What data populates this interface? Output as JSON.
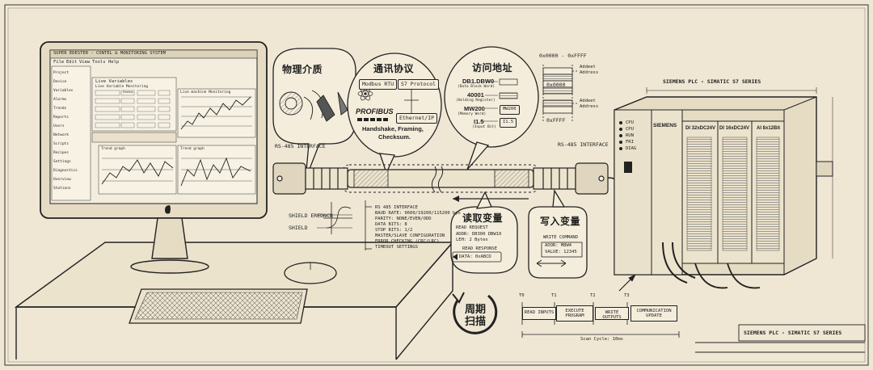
{
  "monitor": {
    "window_title": "SUPER EDESTER - CONTEL & MONITORING SYSTEM",
    "menu": [
      "File",
      "Edit",
      "View",
      "Tools",
      "Help"
    ],
    "panel_a_title": "Live Variables",
    "panel_b_title": "Live Variable Monitoring",
    "panel_c_title": "Live machine Monitoring",
    "chart_left_title": "Trend graph",
    "chart_right_title": "Trend graph",
    "tree_items": [
      "Project",
      "Device",
      "Variables",
      "Alarms",
      "Trends",
      "Reports",
      "Users",
      "Network",
      "Scripts",
      "Recipes",
      "Settings",
      "Diagnostics",
      "Overview",
      "Stations"
    ],
    "status_label": "Status"
  },
  "callouts": {
    "physical_medium": "物理介质",
    "protocol": "通讯协议",
    "access_address": "访问地址",
    "read_variable": "读取变量",
    "write_variable": "写入变量",
    "scan_cycle": "周期扫描"
  },
  "protocol": {
    "modbus": "Modbus RTU",
    "s7": "S7 Protocol",
    "profibus": "PROFIBUS",
    "ethernet": "Ethernet/IP",
    "summary_line1": "Handshake, Framing,",
    "summary_line2": "Checksum."
  },
  "addresses": {
    "db": "DB1.DBW0",
    "db_note": "(Data Block Word)",
    "holding": "40001",
    "holding_note": "(Holding Register)",
    "mw": "MW200",
    "mw_note": "(Memory Word)",
    "mw_box": "MW200",
    "i15": "I1.5",
    "i15_note": "(Input Bit)",
    "i15_box": "I1.5"
  },
  "memory_map": {
    "range": "0x0000 - 0xFFFF",
    "start": "0x0000",
    "end": "0xFFFF",
    "label1": "Addeet Address",
    "label2": "Addeet Address"
  },
  "cable": {
    "rs485_left": "RS-485 INTERFACE",
    "rs485_right": "RS-485 INTERFACE",
    "shield_label": "SHIELD EREDNCN",
    "shield": "SHIELD"
  },
  "specs": [
    "RS 485 INTERFACE",
    "BAUD RATE: 9600/19200/115200 bps",
    "PARITY: NONE/EVEN/ODD",
    "DATA BITS: 8",
    "STOP BITS: 1/2",
    "MASTER/SLAVE CONFIGURATION",
    "ERROR CHECKING (CRC/LRC)",
    "TIMEOUT SETTINGS"
  ],
  "read": {
    "request_title": "READ REQUEST",
    "request_line1": "ADDR: DB300 DBW10",
    "request_line2": "LEH: 2 Bytes",
    "response_title": "READ RESPONSE",
    "response_data": "DATA: 0xABCD"
  },
  "write": {
    "title": "WRITE COMMAND",
    "line1": "AOOR: M8W4",
    "line2": "VALUE: 12345"
  },
  "scan": {
    "ticks": [
      "T0",
      "T1",
      "T2",
      "T3"
    ],
    "stages": [
      "READ INPUTS",
      "EXECUTE PROGRAM",
      "WRITE OUTPUTS",
      "COMMUNICATION UPDATE"
    ],
    "cycle_label": "Scan Cycle: 10ms"
  },
  "plc": {
    "header": "SIEMENS PLC - SIMATIC S7 SERIES",
    "brand": "SIEMENS",
    "leds": [
      "CPU",
      "CPU",
      "RUN",
      "FRI",
      "DIAG"
    ],
    "module1": "DI 32xDC24V",
    "module2": "DI 16xDC24V",
    "module3": "AI 8x12Bit",
    "title_block": "SIEMENS PLC - SIMATIC S7 SERIES"
  },
  "colors": {
    "paper": "#efe7d4",
    "ink": "#1f1f1f"
  }
}
